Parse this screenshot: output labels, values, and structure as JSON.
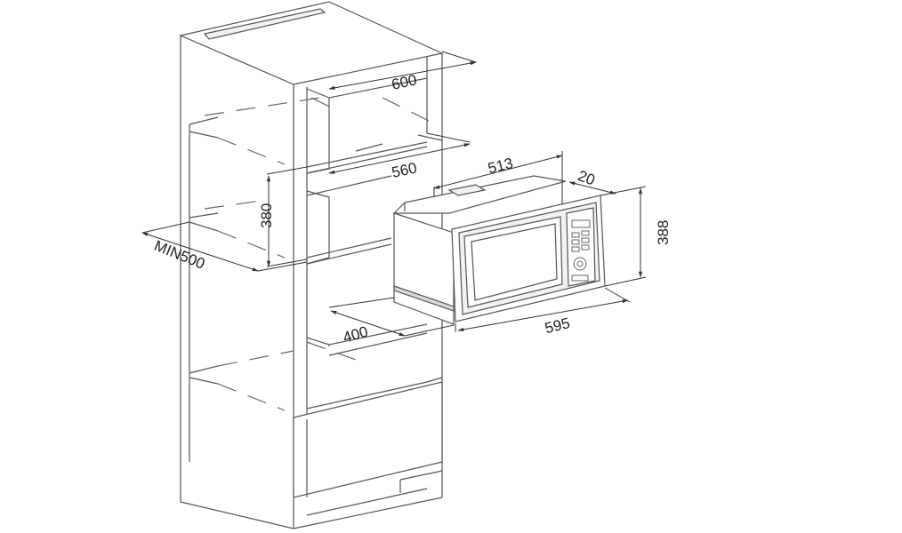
{
  "dimensions": {
    "width_600": "600",
    "width_560": "560",
    "niche_width_513": "513",
    "frame_depth_20": "20",
    "height_388": "388",
    "height_380": "380",
    "min_500": "MIN500",
    "depth_400": "400",
    "width_595": "595"
  }
}
